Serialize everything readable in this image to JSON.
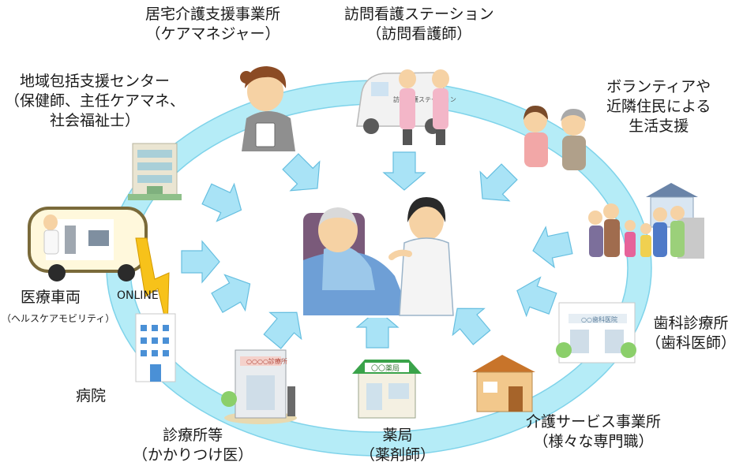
{
  "colors": {
    "ring": "#b5ecf7",
    "ring_edge": "#7fd3ea",
    "arrow": "#a9e3f6",
    "arrow_edge": "#67bfe0",
    "lightning": "#f7c21a"
  },
  "labels": {
    "care_manager": [
      "居宅介護支援事業所",
      "（ケアマネジャー）"
    ],
    "visiting_nurse": [
      "訪問看護ステーション",
      "（訪問看護師）"
    ],
    "regional_center": [
      "地域包括支援センター",
      "（保健師、主任ケアマネ、",
      "社会福祉士）"
    ],
    "volunteer": [
      "ボランティアや",
      "近隣住民による",
      "生活支援"
    ],
    "medical_vehicle": "医療車両",
    "medical_vehicle_sub": "（ヘルスケアモビリティ）",
    "online": "ONLINE",
    "dental": [
      "歯科診療所",
      "（歯科医師）"
    ],
    "hospital": "病院",
    "clinic": [
      "診療所等",
      "（かかりつけ医）"
    ],
    "pharmacy": [
      "薬局",
      "（薬剤師）"
    ],
    "care_service": [
      "介護サービス事業所",
      "（様々な専門職）"
    ]
  },
  "icons": {
    "center": "doctor-visiting-patient-illustration",
    "care_manager": "care-manager-illustration",
    "visiting_nurse": "visiting-nurse-van-illustration",
    "regional_center": "regional-center-building-illustration",
    "volunteer": "volunteer-illustration",
    "family": "family-house-illustration",
    "medical_vehicle": "medical-vehicle-illustration",
    "hospital": "hospital-building-illustration",
    "clinic": "clinic-building-illustration",
    "pharmacy": "pharmacy-building-illustration",
    "dental": "dental-clinic-building-illustration",
    "care_service": "care-service-house-illustration"
  },
  "signs": {
    "van": "訪問看護ステーション",
    "pharmacy": "〇〇薬局",
    "dental": "○○歯科医院",
    "clinic": "○○○○診療所"
  }
}
